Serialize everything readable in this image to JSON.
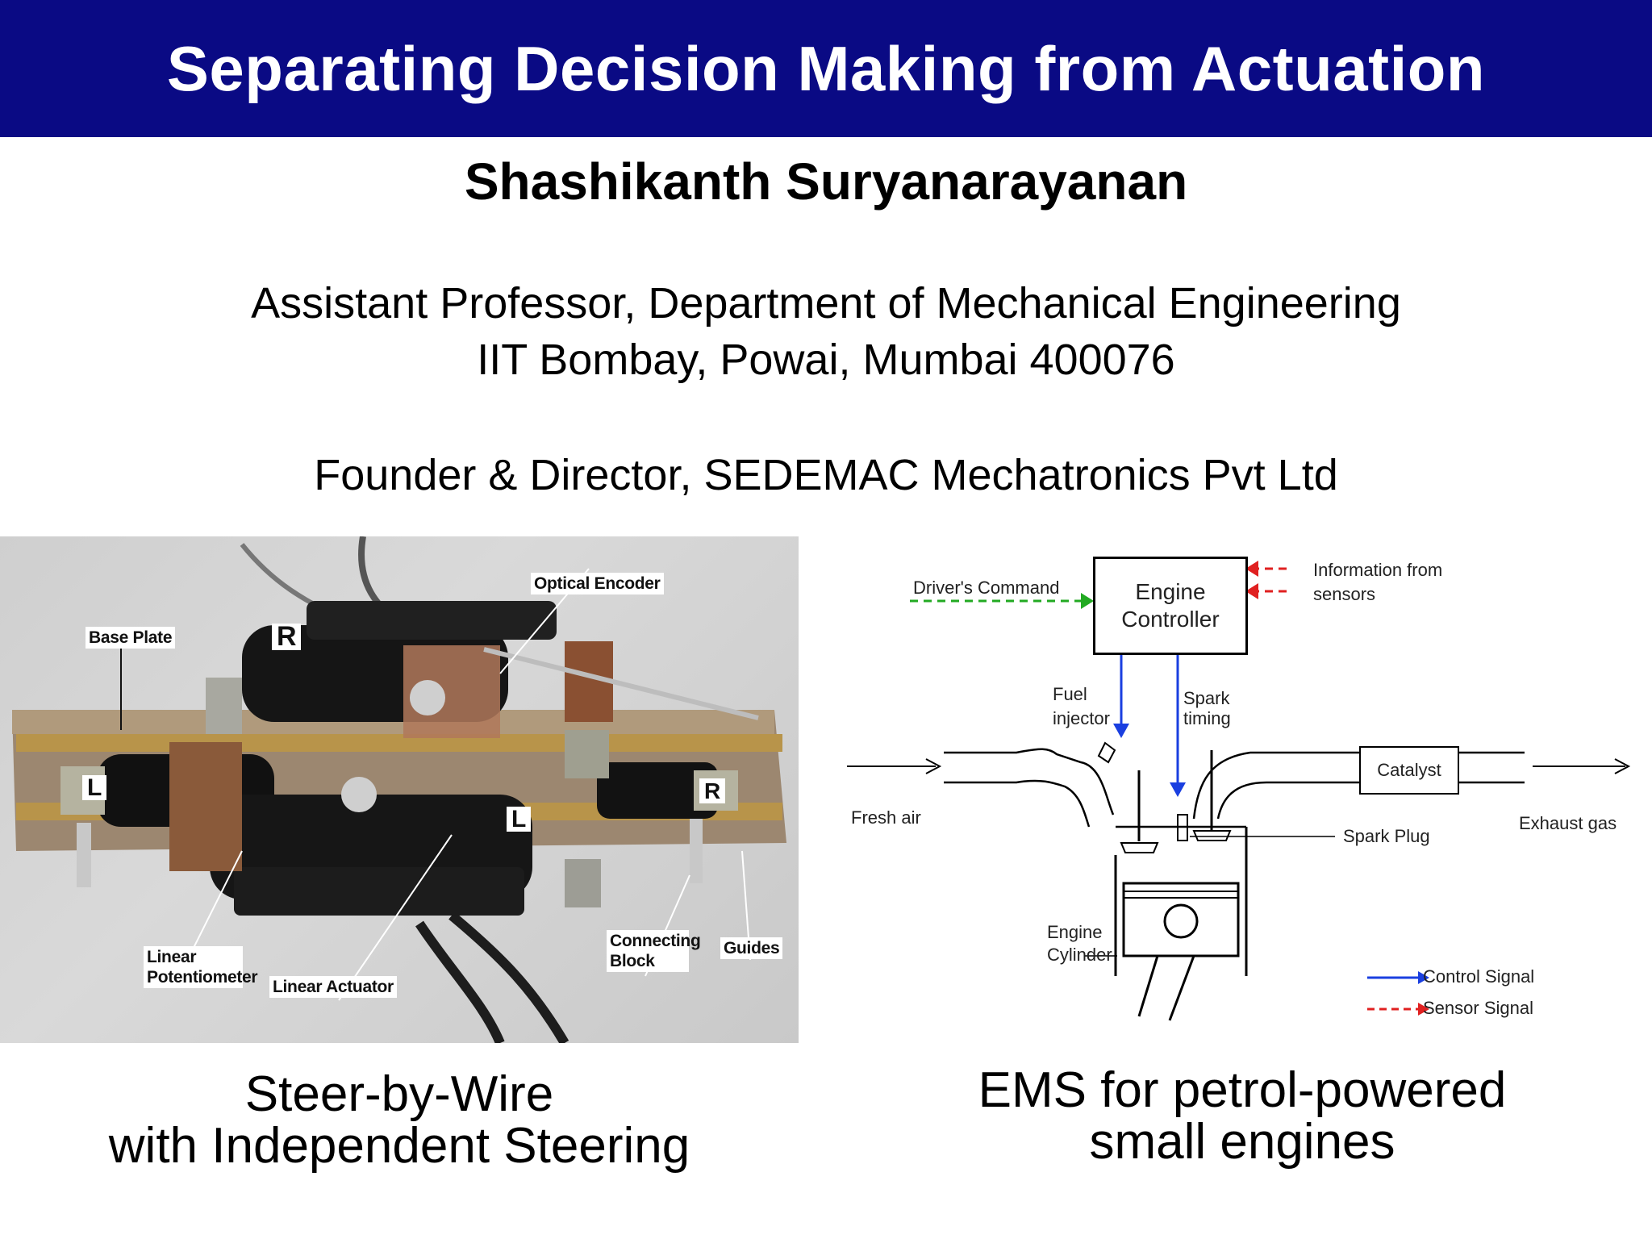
{
  "title": "Separating Decision Making from Actuation",
  "author": "Shashikanth Suryanarayanan",
  "affiliation": {
    "line1": "Assistant Professor, Department of Mechanical Engineering",
    "line2": "IIT Bombay, Powai, Mumbai 400076",
    "line3": "Founder & Director, SEDEMAC Mechatronics Pvt Ltd"
  },
  "photo": {
    "labels": {
      "optical_encoder": "Optical Encoder",
      "base_plate": "Base Plate",
      "linear_potentiometer_1": "Linear",
      "linear_potentiometer_2": "Potentiometer",
      "linear_actuator": "Linear Actuator",
      "connecting_block_1": "Connecting",
      "connecting_block_2": "Block",
      "guides": "Guides"
    },
    "marks": {
      "r": "R",
      "l": "L"
    },
    "caption_1": "Steer-by-Wire",
    "caption_2": "with Independent Steering"
  },
  "diagram": {
    "drivers_command": "Driver's Command",
    "controller_1": "Engine",
    "controller_2": "Controller",
    "info_1": "Information from",
    "info_2": "sensors",
    "fuel_1": "Fuel",
    "fuel_2": "injector",
    "spark_1": "Spark",
    "spark_2": "timing",
    "catalyst": "Catalyst",
    "fresh_air": "Fresh air",
    "exhaust_gas": "Exhaust gas",
    "spark_plug": "Spark Plug",
    "cylinder_1": "Engine",
    "cylinder_2": "Cylinder",
    "legend_control": "Control Signal",
    "legend_sensor": "Sensor Signal",
    "caption_1": "EMS for petrol-powered",
    "caption_2": "small engines",
    "colors": {
      "control": "#1a3fe0",
      "sensor": "#e02020",
      "driver": "#22aa22"
    }
  }
}
